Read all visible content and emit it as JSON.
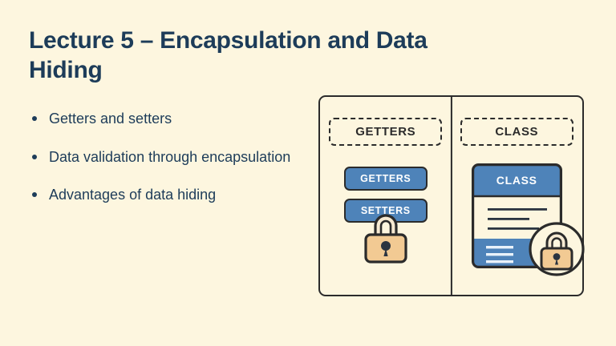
{
  "slide": {
    "title": "Lecture 5 – Encapsulation and Data Hiding",
    "bullets": [
      "Getters and setters",
      "Data validation through encapsulation",
      "Advantages of data hiding"
    ]
  },
  "illustration": {
    "left_panel": {
      "header_label": "GETTERS",
      "pills": [
        {
          "label": "GETTERS"
        },
        {
          "label": "SETTERS"
        }
      ],
      "lock_icon": "padlock-icon"
    },
    "right_panel": {
      "header_label": "CLASS",
      "card_title": "CLASS",
      "card_body_lines": 3,
      "card_footer_lines": 3,
      "lock_icon": "padlock-icon"
    }
  },
  "colors": {
    "background": "#fdf6df",
    "text_navy": "#1d3c59",
    "outline_dark": "#2b2b2b",
    "accent_blue": "#4e83b9",
    "lock_body": "#f2ca93",
    "lock_shackle": "#f6ead2",
    "card_body": "#fdf6df"
  }
}
